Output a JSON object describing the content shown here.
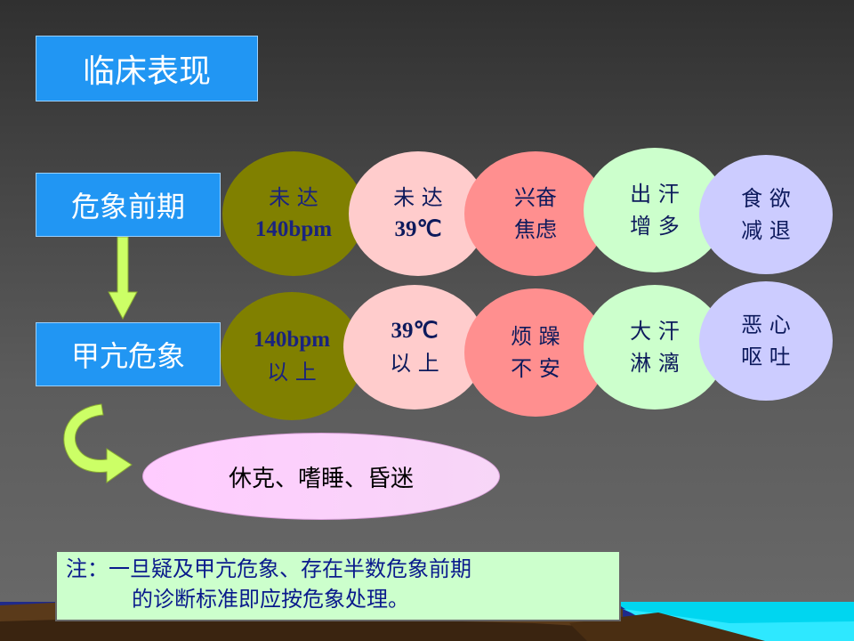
{
  "title": "临床表现",
  "stages": {
    "prodrome": "危象前期",
    "crisis": "甲亢危象"
  },
  "prodrome_signs": {
    "heart_rate": [
      "未 达",
      "140bpm"
    ],
    "temperature": [
      "未 达",
      "39℃"
    ],
    "mood": [
      "兴奋",
      "焦虑"
    ],
    "sweat": [
      "出 汗",
      "增 多"
    ],
    "appetite": [
      "食 欲",
      "减 退"
    ]
  },
  "crisis_signs": {
    "heart_rate": [
      "140bpm",
      "以 上"
    ],
    "temperature": [
      "39℃",
      "以 上"
    ],
    "mood": [
      "烦 躁",
      "不 安"
    ],
    "sweat": [
      "大 汗",
      "淋 漓"
    ],
    "gi": [
      "恶 心",
      "呕 吐"
    ]
  },
  "outcome": "休克、嗜睡、昏迷",
  "note": {
    "line1": "注：一旦疑及甲亢危象、存在半数危象前期",
    "line2": "的诊断标准即应按危象处理。"
  },
  "colors": {
    "box_blue": "#2196f3",
    "olive": "#808000",
    "pink": "#ffcccc",
    "rose": "#ff8f8f",
    "mint": "#ccffcc",
    "lavender": "#ccccff",
    "note_bg": "#ccffcc",
    "arrow_green": "#ccff66"
  }
}
